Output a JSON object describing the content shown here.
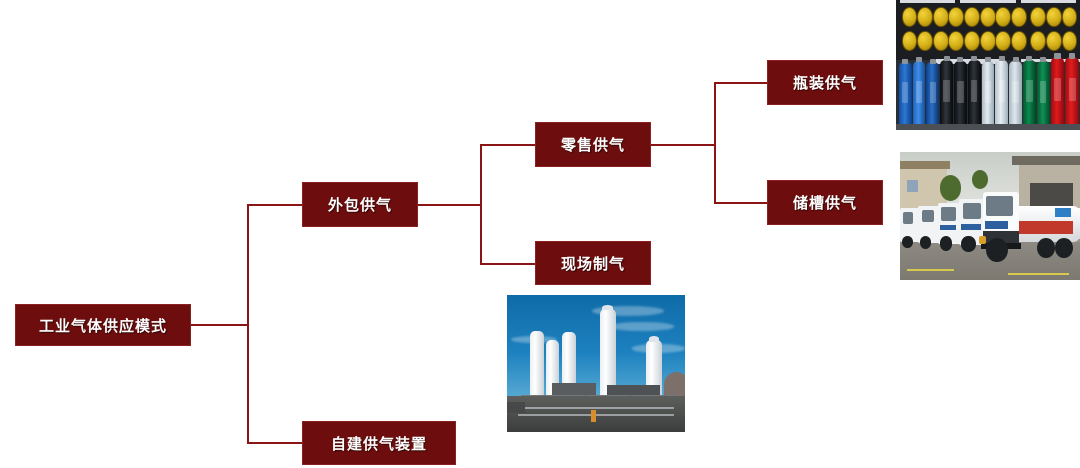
{
  "diagram": {
    "title": "工业气体供应模式",
    "type": "tree-diagram",
    "accent_color": "#6E0D0D",
    "line_color": "#8A1515",
    "background_color": "#FFFFFF",
    "nodes": {
      "root": "工业气体供应模式",
      "outsourced": "外包供气",
      "self_built": "自建供气装置",
      "retail": "零售供气",
      "onsite": "现场制气",
      "cylinder": "瓶装供气",
      "tank": "储槽供气"
    },
    "edges": [
      {
        "from": "root",
        "to": "outsourced"
      },
      {
        "from": "root",
        "to": "self_built"
      },
      {
        "from": "outsourced",
        "to": "retail"
      },
      {
        "from": "outsourced",
        "to": "onsite"
      },
      {
        "from": "retail",
        "to": "cylinder"
      },
      {
        "from": "retail",
        "to": "tank"
      }
    ],
    "photos": {
      "cylinders": "gas-cylinders-photo",
      "trucks": "tanker-truck-fleet-photo",
      "plant": "air-separation-plant-photo"
    }
  }
}
